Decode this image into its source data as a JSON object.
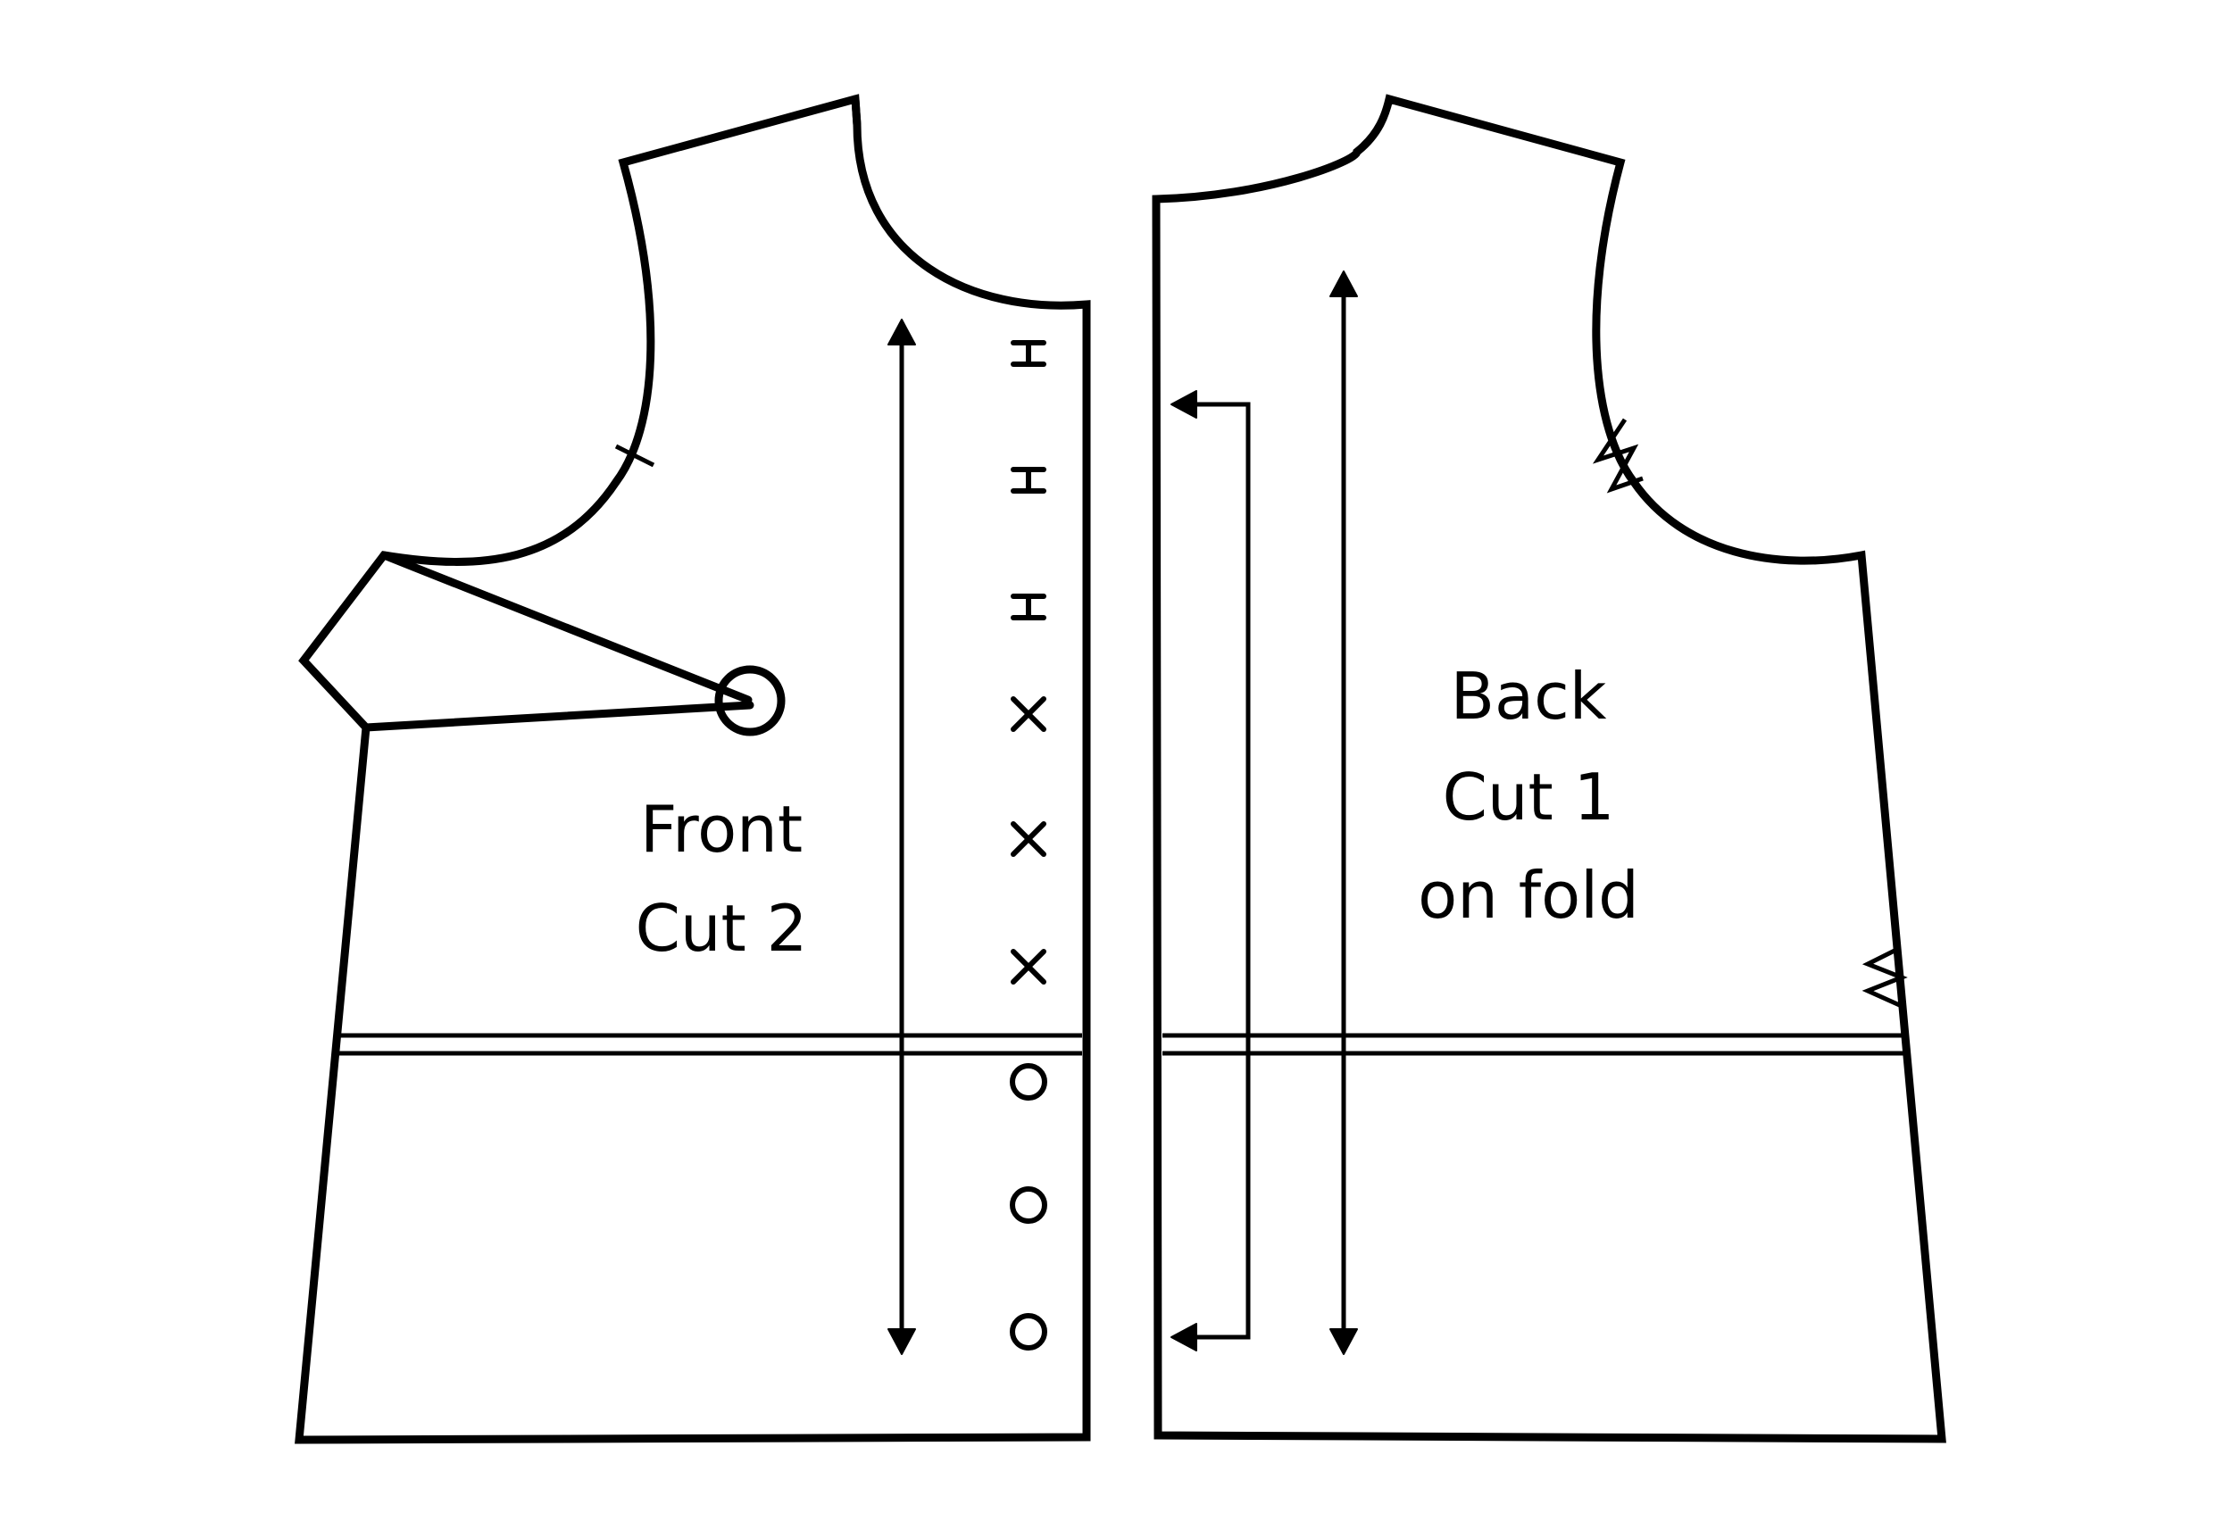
{
  "front_piece": {
    "line1": "Front",
    "line2": "Cut 2"
  },
  "back_piece": {
    "line1": "Back",
    "line2": "Cut 1",
    "line3": "on fold"
  },
  "colors": {
    "ink": "#000000",
    "paper": "#ffffff"
  },
  "symbols": {
    "front_center_markings": [
      "bar",
      "bar",
      "bar",
      "cross",
      "cross",
      "cross",
      "circle",
      "circle",
      "circle"
    ]
  }
}
